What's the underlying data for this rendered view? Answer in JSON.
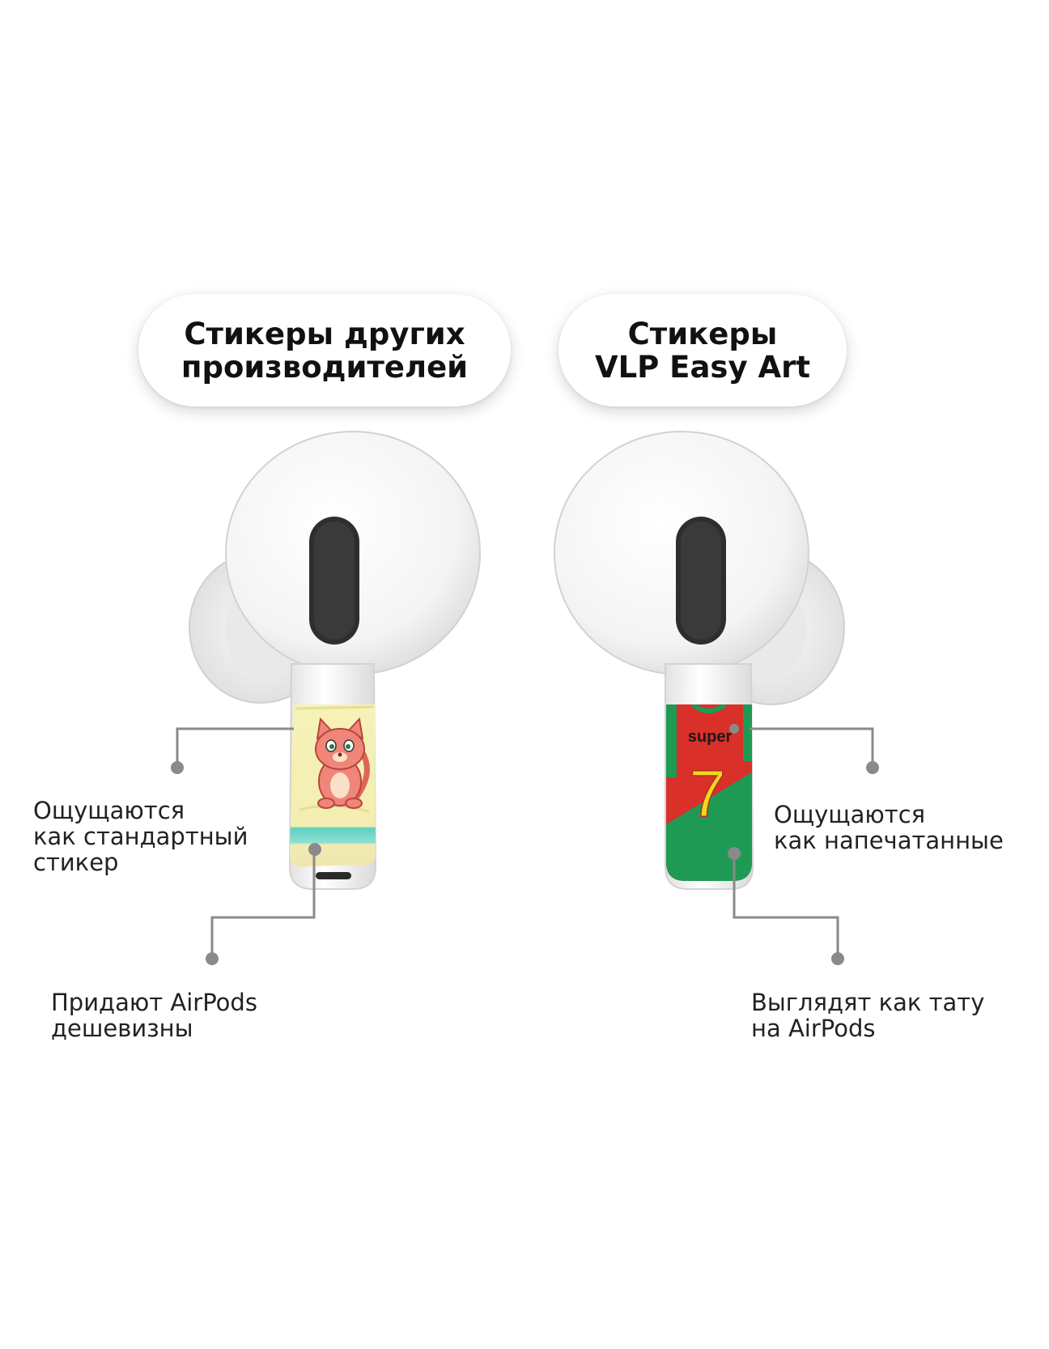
{
  "labels": {
    "left_title": [
      "Стикеры других",
      "производителей"
    ],
    "right_title": [
      "Стикеры",
      "VLP Easy Art"
    ]
  },
  "callouts": {
    "left_feel": [
      "Ощущаются",
      "как стандартный",
      "стикер"
    ],
    "left_look": [
      "Придают AirPods",
      "дешевизны"
    ],
    "right_feel": [
      "Ощущаются",
      "как напечатанные"
    ],
    "right_look": [
      "Выглядят как тату",
      "на AirPods"
    ]
  },
  "sticker_right": {
    "word": "super",
    "number": "7"
  },
  "colors": {
    "callout_line": "#8a8a8a",
    "sticker_red": "#d9302a",
    "sticker_green": "#1f9a55",
    "sticker_yellow": "#f2d81c",
    "cat_sticker_bg": "#f5f0b0"
  },
  "icons": {
    "left_sticker": "cat-illustration",
    "right_sticker": "football-jersey"
  }
}
